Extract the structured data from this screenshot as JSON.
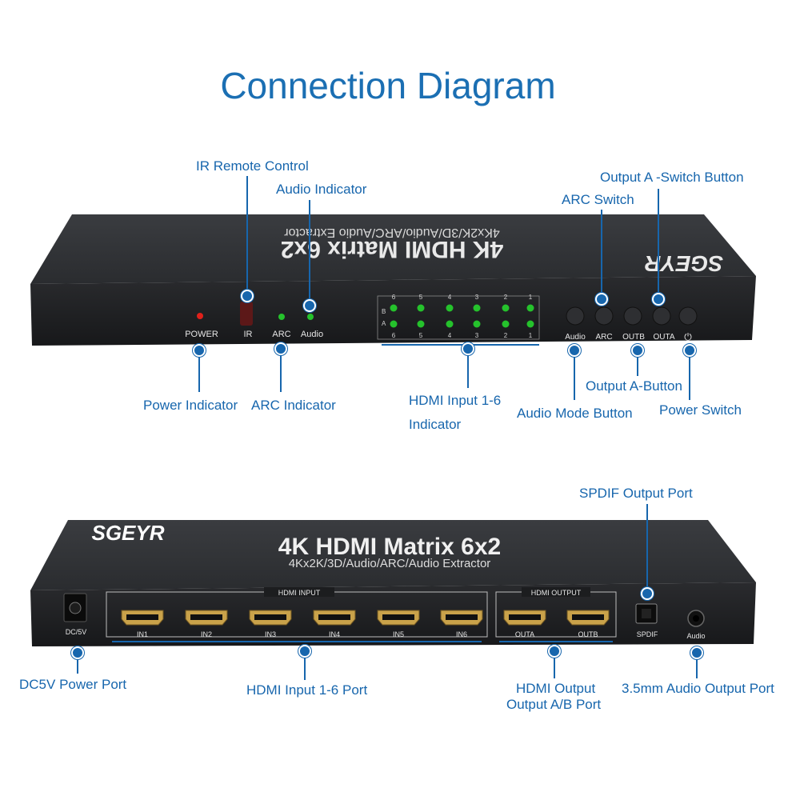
{
  "title": "Connection Diagram",
  "front_panel": {
    "brand": "SGEYR",
    "model": "4K HDMI Matrix 6x2",
    "subtitle": "4Kx2K/3D/Audio/ARC/Audio Extractor",
    "labels": {
      "power": "POWER",
      "ir": "IR",
      "arc": "ARC",
      "audio": "Audio",
      "btn_audio": "Audio",
      "btn_arc": "ARC",
      "btn_outb": "OUTB",
      "btn_outa": "OUTA",
      "btn_power": "⏻",
      "row_b": "B",
      "row_a": "A",
      "input_numbers": [
        "6",
        "5",
        "4",
        "3",
        "2",
        "1"
      ]
    },
    "callouts": {
      "ir_remote": "IR Remote Control",
      "audio_indicator": "Audio Indicator",
      "arc_switch": "ARC Switch",
      "output_a_switch": "Output A -Switch Button",
      "power_indicator": "Power Indicator",
      "arc_indicator": "ARC Indicator",
      "hdmi_indicator_1": "HDMI Input 1-6",
      "hdmi_indicator_2": "Indicator",
      "output_a_button": "Output A-Button",
      "audio_mode_button": "Audio Mode Button",
      "power_switch": "Power Switch"
    },
    "colors": {
      "power_led": "#e0201a",
      "input_led": "#25c22c",
      "ir_window": "#5c1818"
    }
  },
  "rear_panel": {
    "brand": "SGEYR",
    "model": "4K HDMI Matrix 6x2",
    "subtitle": "4Kx2K/3D/Audio/ARC/Audio Extractor",
    "labels": {
      "dc": "DC/5V",
      "hdmi_input": "HDMI INPUT",
      "hdmi_output": "HDMI OUTPUT",
      "inputs": [
        "IN1",
        "IN2",
        "IN3",
        "IN4",
        "IN5",
        "IN6"
      ],
      "outputs": [
        "OUTA",
        "OUTB"
      ],
      "spdif": "SPDIF",
      "audio": "Audio"
    },
    "callouts": {
      "spdif_port": "SPDIF Output Port",
      "dc_port": "DC5V Power Port",
      "hdmi_input_port": "HDMI Input 1-6 Port",
      "hdmi_output_1": "HDMI Output",
      "hdmi_output_2": "Output A/B Port",
      "audio_port": "3.5mm Audio Output Port"
    }
  },
  "colors": {
    "accent": "#1766ad",
    "device_body": "#2b2d30",
    "device_face": "#1c1d1f"
  }
}
